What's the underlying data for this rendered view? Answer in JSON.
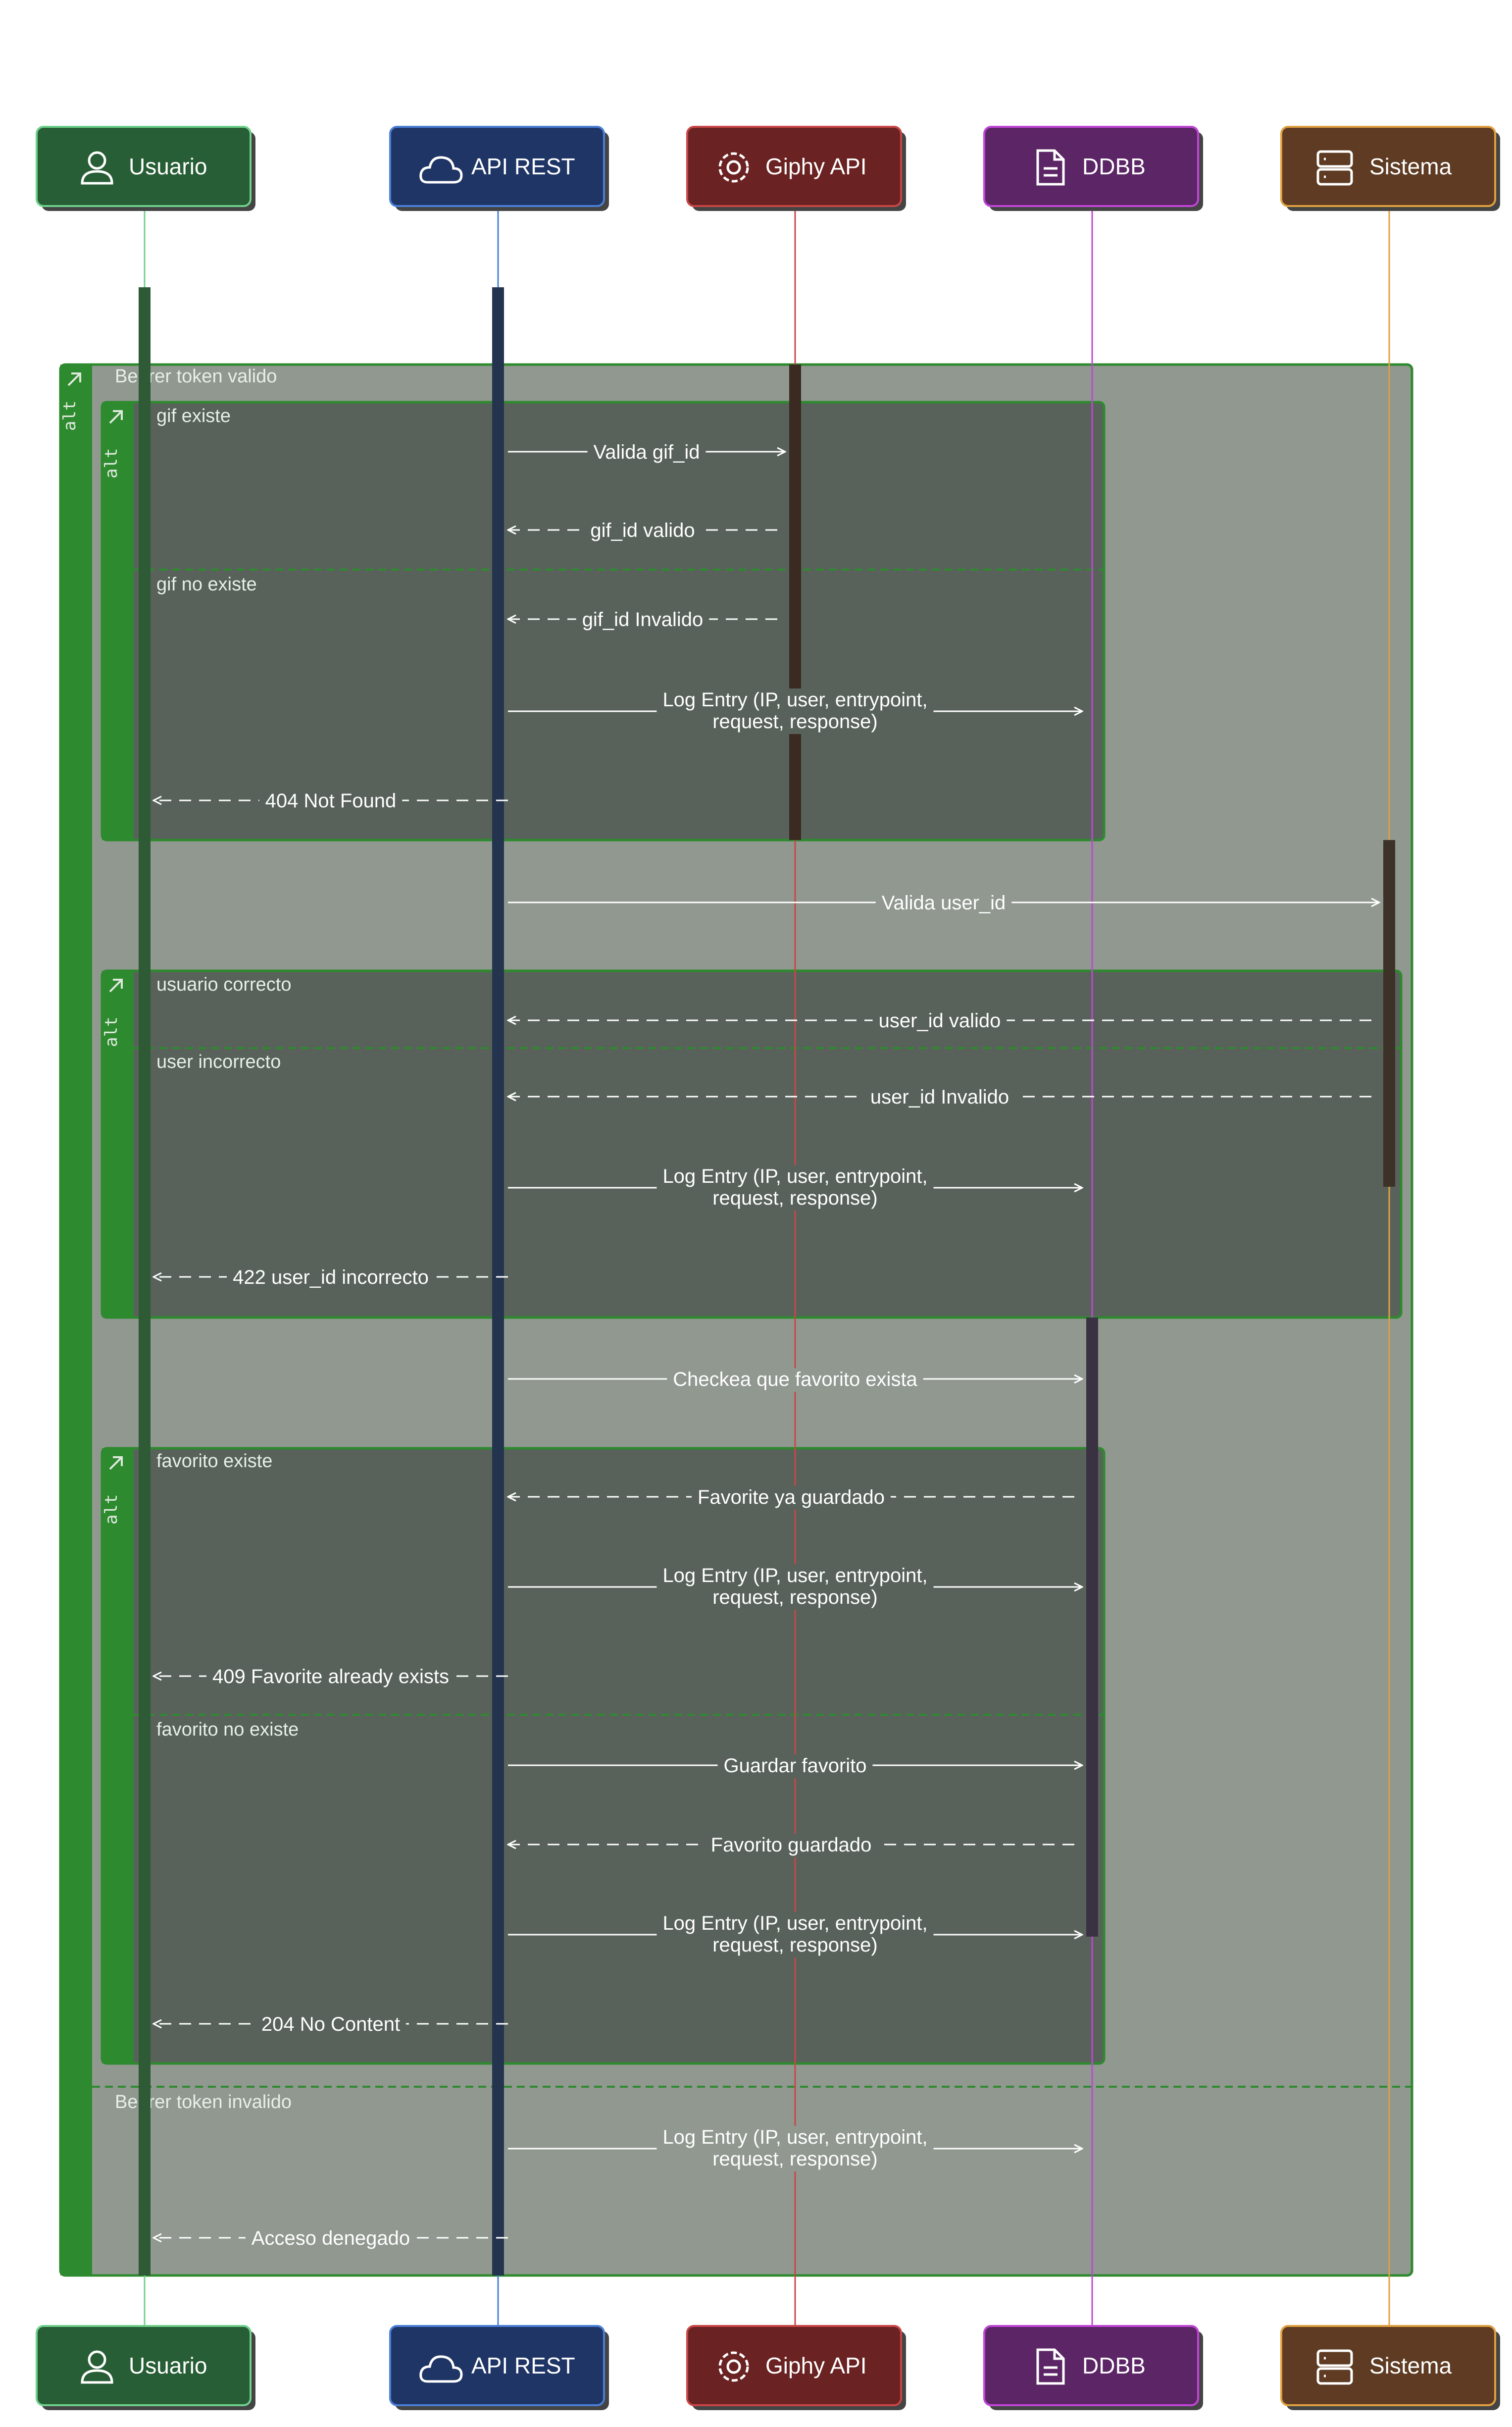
{
  "participants": [
    {
      "id": "usuario",
      "label": "Usuario",
      "icon": "user-icon",
      "fill": "#275e35",
      "border": "#6fd08c",
      "line": "#6fd08c"
    },
    {
      "id": "api",
      "label": "API REST",
      "icon": "cloud-icon",
      "fill": "#1f3566",
      "border": "#4a7fd6",
      "line": "#4a7fd6"
    },
    {
      "id": "giphy",
      "label": "Giphy API",
      "icon": "gear-icon",
      "fill": "#6b2222",
      "border": "#c84646",
      "line": "#c84646"
    },
    {
      "id": "ddbb",
      "label": "DDBB",
      "icon": "document-icon",
      "fill": "#5c2566",
      "border": "#c046d6",
      "line": "#c046d6"
    },
    {
      "id": "sistema",
      "label": "Sistema",
      "icon": "server-icon",
      "fill": "#5e3b22",
      "border": "#e0a040",
      "line": "#e0a040"
    }
  ],
  "fragments": {
    "outer": {
      "tag": "alt",
      "sections": [
        "Bearer token valido",
        "Bearer token invalido"
      ]
    },
    "gif": {
      "tag": "alt",
      "sections": [
        "gif existe",
        "gif no existe"
      ]
    },
    "user": {
      "tag": "alt",
      "sections": [
        "usuario correcto",
        "user incorrecto"
      ]
    },
    "fav": {
      "tag": "alt",
      "sections": [
        "favorito existe",
        "favorito no existe"
      ]
    }
  },
  "messages": [
    {
      "id": "m1",
      "text": [
        "Valida gif_id"
      ],
      "from": "api",
      "to": "giphy",
      "dashed": false
    },
    {
      "id": "m2",
      "text": [
        "gif_id valido"
      ],
      "from": "giphy",
      "to": "api",
      "dashed": true
    },
    {
      "id": "m3",
      "text": [
        "gif_id Invalido"
      ],
      "from": "giphy",
      "to": "api",
      "dashed": true
    },
    {
      "id": "m4",
      "text": [
        "Log Entry (IP, user, entrypoint,",
        "request, response)"
      ],
      "from": "api",
      "to": "ddbb",
      "dashed": false
    },
    {
      "id": "m5",
      "text": [
        "404 Not Found"
      ],
      "from": "api",
      "to": "usuario",
      "dashed": true
    },
    {
      "id": "m6",
      "text": [
        "Valida user_id"
      ],
      "from": "api",
      "to": "sistema",
      "dashed": false
    },
    {
      "id": "m7",
      "text": [
        "user_id valido"
      ],
      "from": "sistema",
      "to": "api",
      "dashed": true
    },
    {
      "id": "m8",
      "text": [
        "user_id Invalido"
      ],
      "from": "sistema",
      "to": "api",
      "dashed": true
    },
    {
      "id": "m9",
      "text": [
        "Log Entry (IP, user, entrypoint,",
        "request, response)"
      ],
      "from": "api",
      "to": "ddbb",
      "dashed": false
    },
    {
      "id": "m10",
      "text": [
        "422 user_id incorrecto"
      ],
      "from": "api",
      "to": "usuario",
      "dashed": true
    },
    {
      "id": "m11",
      "text": [
        "Checkea que favorito exista"
      ],
      "from": "api",
      "to": "ddbb",
      "dashed": false
    },
    {
      "id": "m12",
      "text": [
        "Favorite ya guardado"
      ],
      "from": "ddbb",
      "to": "api",
      "dashed": true
    },
    {
      "id": "m13",
      "text": [
        "Log Entry (IP, user, entrypoint,",
        "request, response)"
      ],
      "from": "api",
      "to": "ddbb",
      "dashed": false
    },
    {
      "id": "m14",
      "text": [
        "409 Favorite already exists"
      ],
      "from": "api",
      "to": "usuario",
      "dashed": true
    },
    {
      "id": "m15",
      "text": [
        "Guardar favorito"
      ],
      "from": "api",
      "to": "ddbb",
      "dashed": false
    },
    {
      "id": "m16",
      "text": [
        "Favorito guardado"
      ],
      "from": "ddbb",
      "to": "api",
      "dashed": true
    },
    {
      "id": "m17",
      "text": [
        "Log Entry (IP, user, entrypoint,",
        "request, response)"
      ],
      "from": "api",
      "to": "ddbb",
      "dashed": false
    },
    {
      "id": "m18",
      "text": [
        "204 No Content"
      ],
      "from": "api",
      "to": "usuario",
      "dashed": true
    },
    {
      "id": "m19",
      "text": [
        "Log Entry (IP, user, entrypoint,",
        "request, response)"
      ],
      "from": "api",
      "to": "ddbb",
      "dashed": false
    },
    {
      "id": "m20",
      "text": [
        "Acceso denegado"
      ],
      "from": "api",
      "to": "usuario",
      "dashed": true
    }
  ]
}
